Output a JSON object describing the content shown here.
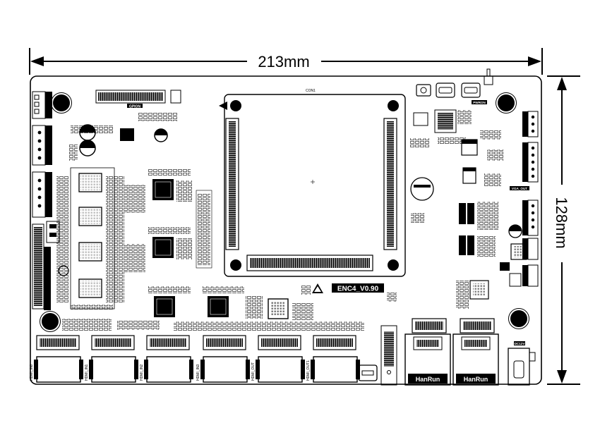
{
  "dimensions": {
    "width_label": "213mm",
    "height_label": "128mm"
  },
  "board": {
    "version_label": "ENC4_V0.90",
    "core_label": "CON1",
    "gpio_label": "GPION",
    "power_label": "PWRON",
    "vga_label": "VGA_OUT",
    "hdmi_labels": [
      "HDMI_IN0",
      "HDMI_IN1",
      "HDMI_IN2",
      "HDMI_IN3",
      "HDMI_OUT",
      "HDMI_OUT1"
    ],
    "rj45_brand": "HanRun",
    "dc_label": "DC12V"
  }
}
